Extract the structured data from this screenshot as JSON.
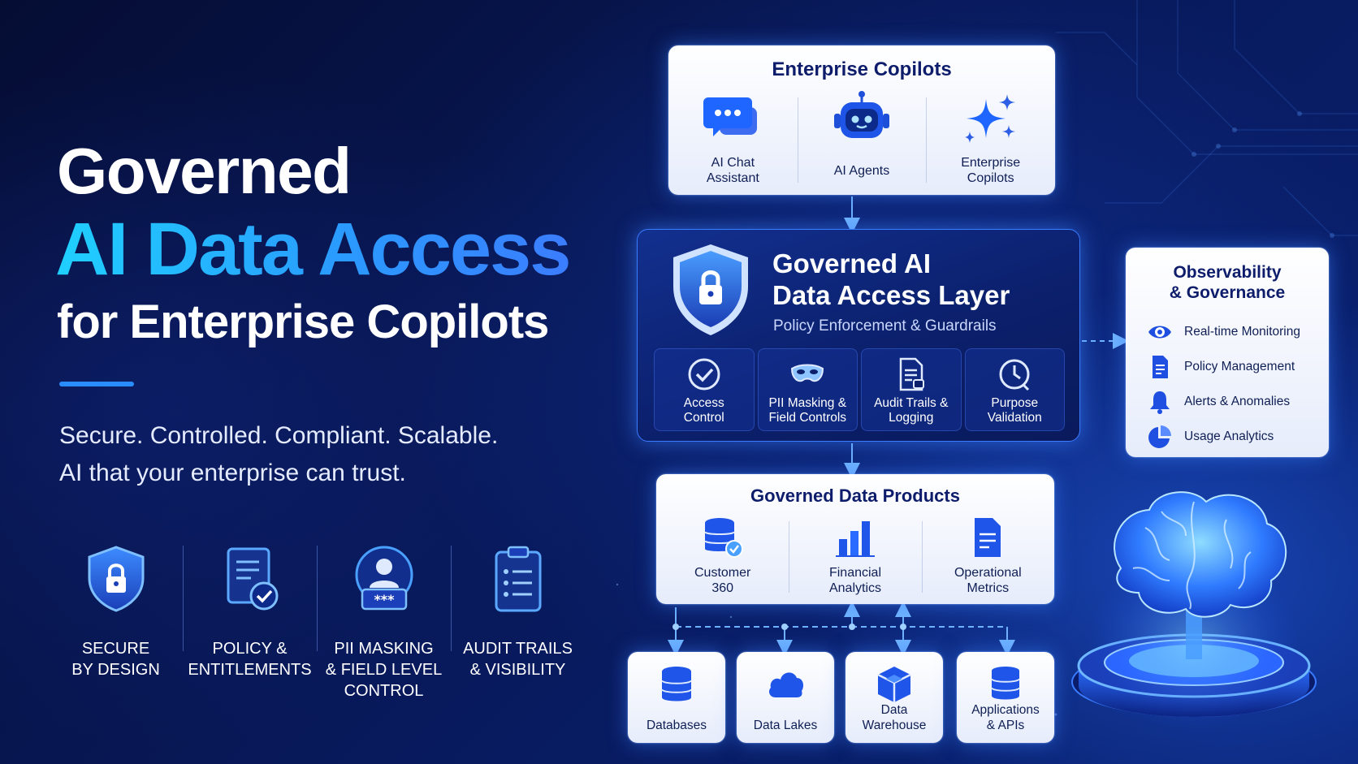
{
  "hero": {
    "title_line1": "Governed",
    "title_line2": "AI Data Access",
    "title_line3": "for Enterprise Copilots",
    "tagline_line1": "Secure. Controlled. Compliant. Scalable.",
    "tagline_line2": "AI that your enterprise can trust."
  },
  "features": [
    {
      "label": "SECURE\nBY DESIGN",
      "icon": "shield-lock-icon"
    },
    {
      "label": "POLICY &\nENTITLEMENTS",
      "icon": "document-check-icon"
    },
    {
      "label": "PII MASKING\n& FIELD LEVEL\nCONTROL",
      "icon": "user-mask-icon"
    },
    {
      "label": "AUDIT TRAILS\n& VISIBILITY",
      "icon": "clipboard-list-icon"
    }
  ],
  "copilots": {
    "title": "Enterprise Copilots",
    "items": [
      {
        "label": "AI Chat\nAssistant",
        "icon": "chat-bubble-icon"
      },
      {
        "label": "AI Agents",
        "icon": "robot-icon"
      },
      {
        "label": "Enterprise\nCopilots",
        "icon": "sparkle-icon"
      }
    ]
  },
  "layer": {
    "title": "Governed AI\nData Access Layer",
    "subtitle": "Policy Enforcement & Guardrails",
    "items": [
      {
        "label": "Access\nControl",
        "icon": "check-circle-icon"
      },
      {
        "label": "PII Masking &\nField Controls",
        "icon": "mask-icon"
      },
      {
        "label": "Audit Trails &\nLogging",
        "icon": "audit-document-icon"
      },
      {
        "label": "Purpose\nValidation",
        "icon": "clock-check-icon"
      }
    ]
  },
  "observability": {
    "title": "Observability\n& Governance",
    "items": [
      {
        "label": "Real-time Monitoring",
        "icon": "eye-icon"
      },
      {
        "label": "Policy Management",
        "icon": "document-icon"
      },
      {
        "label": "Alerts & Anomalies",
        "icon": "bell-icon"
      },
      {
        "label": "Usage Analytics",
        "icon": "pie-chart-icon"
      }
    ]
  },
  "products": {
    "title": "Governed Data Products",
    "items": [
      {
        "label": "Customer\n360",
        "icon": "database-check-icon"
      },
      {
        "label": "Financial\nAnalytics",
        "icon": "bar-chart-icon"
      },
      {
        "label": "Operational\nMetrics",
        "icon": "report-document-icon"
      }
    ]
  },
  "sources": [
    {
      "label": "Databases",
      "icon": "database-icon"
    },
    {
      "label": "Data Lakes",
      "icon": "cloud-icon"
    },
    {
      "label": "Data\nWarehouse",
      "icon": "cube-icon"
    },
    {
      "label": "Applications\n& APIs",
      "icon": "server-stack-icon"
    }
  ],
  "colors": {
    "background": "#06123f",
    "accent_cyan": "#1fd0ff",
    "accent_blue": "#2a8dff",
    "card_title": "#0e1d6b",
    "icon_blue": "#1f4fe0"
  }
}
